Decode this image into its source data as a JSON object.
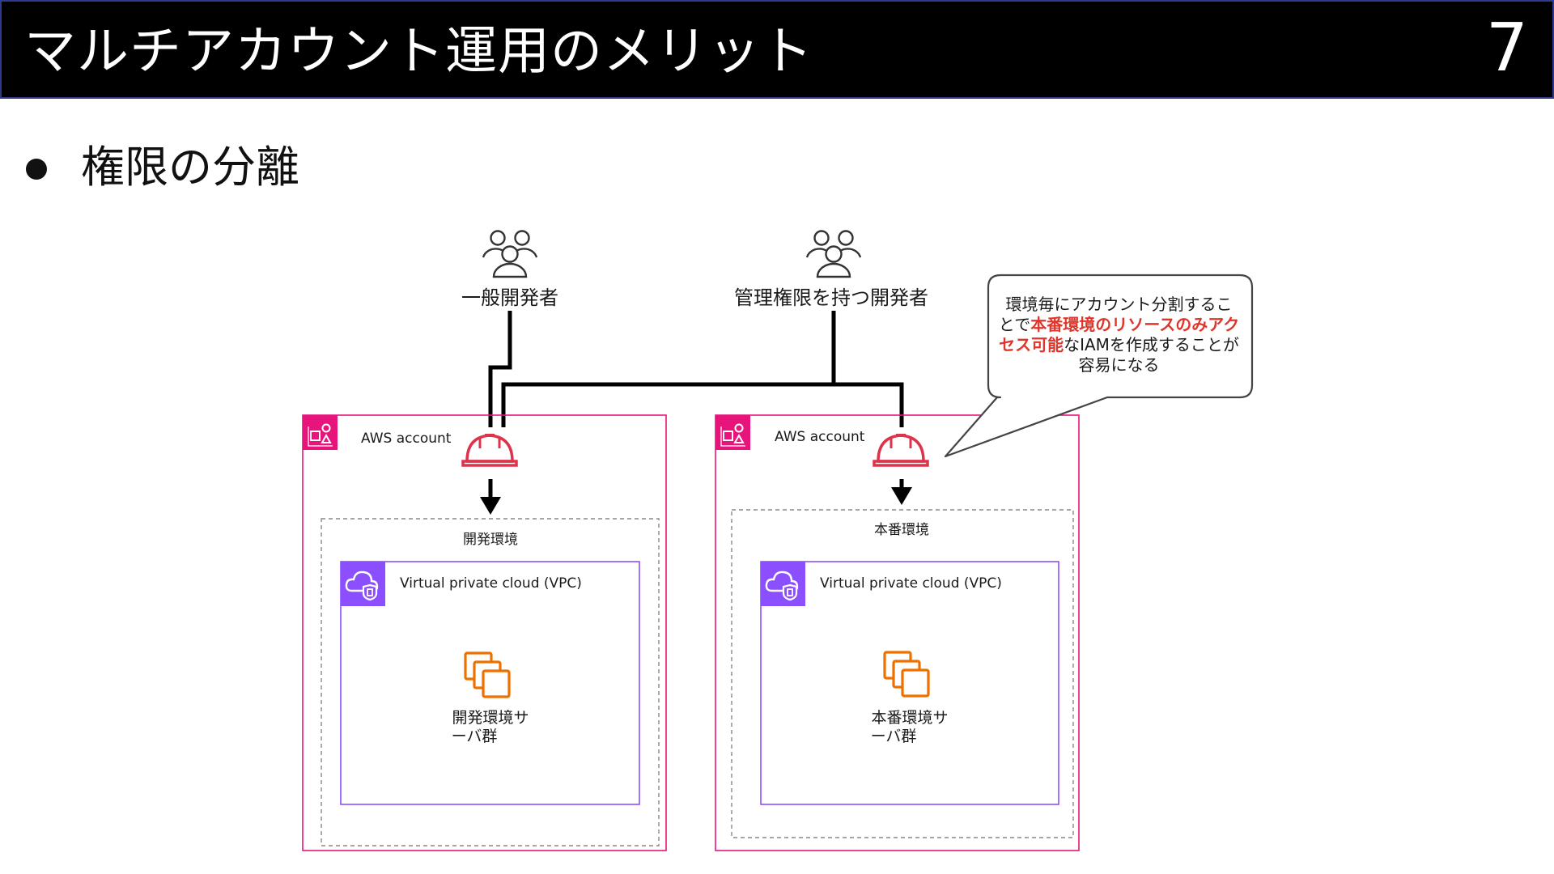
{
  "slide": {
    "title": "マルチアカウント運用のメリット",
    "page_number": "7",
    "bullet": "権限の分離"
  },
  "users": {
    "general": {
      "label": "一般開発者",
      "icon": "users-icon"
    },
    "admin": {
      "label": "管理権限を持つ開発者",
      "icon": "users-icon"
    }
  },
  "accounts": [
    {
      "label": "AWS account",
      "environment": "開発環境",
      "vpc_label": "Virtual private cloud (VPC)",
      "server_lines": [
        "開発環境サ",
        "ーバ群"
      ]
    },
    {
      "label": "AWS account",
      "environment": "本番環境",
      "vpc_label": "Virtual private cloud (VPC)",
      "server_lines": [
        "本番環境サ",
        "ーバ群"
      ]
    }
  ],
  "callout": {
    "line1": "環境毎にアカウント分割するこ",
    "line2_prefix": "とで",
    "line2_highlight": "本番環境のリソースのみアク",
    "line3_highlight": "セス可能",
    "line3_suffix": "なIAMを作成することが",
    "line4": "容易になる"
  },
  "colors": {
    "title_bg": "#000000",
    "account_accent": "#e7157b",
    "vpc_accent": "#8c4fff",
    "iam_role": "#dd344c",
    "server": "#ed7100",
    "highlight": "#e0352b"
  }
}
